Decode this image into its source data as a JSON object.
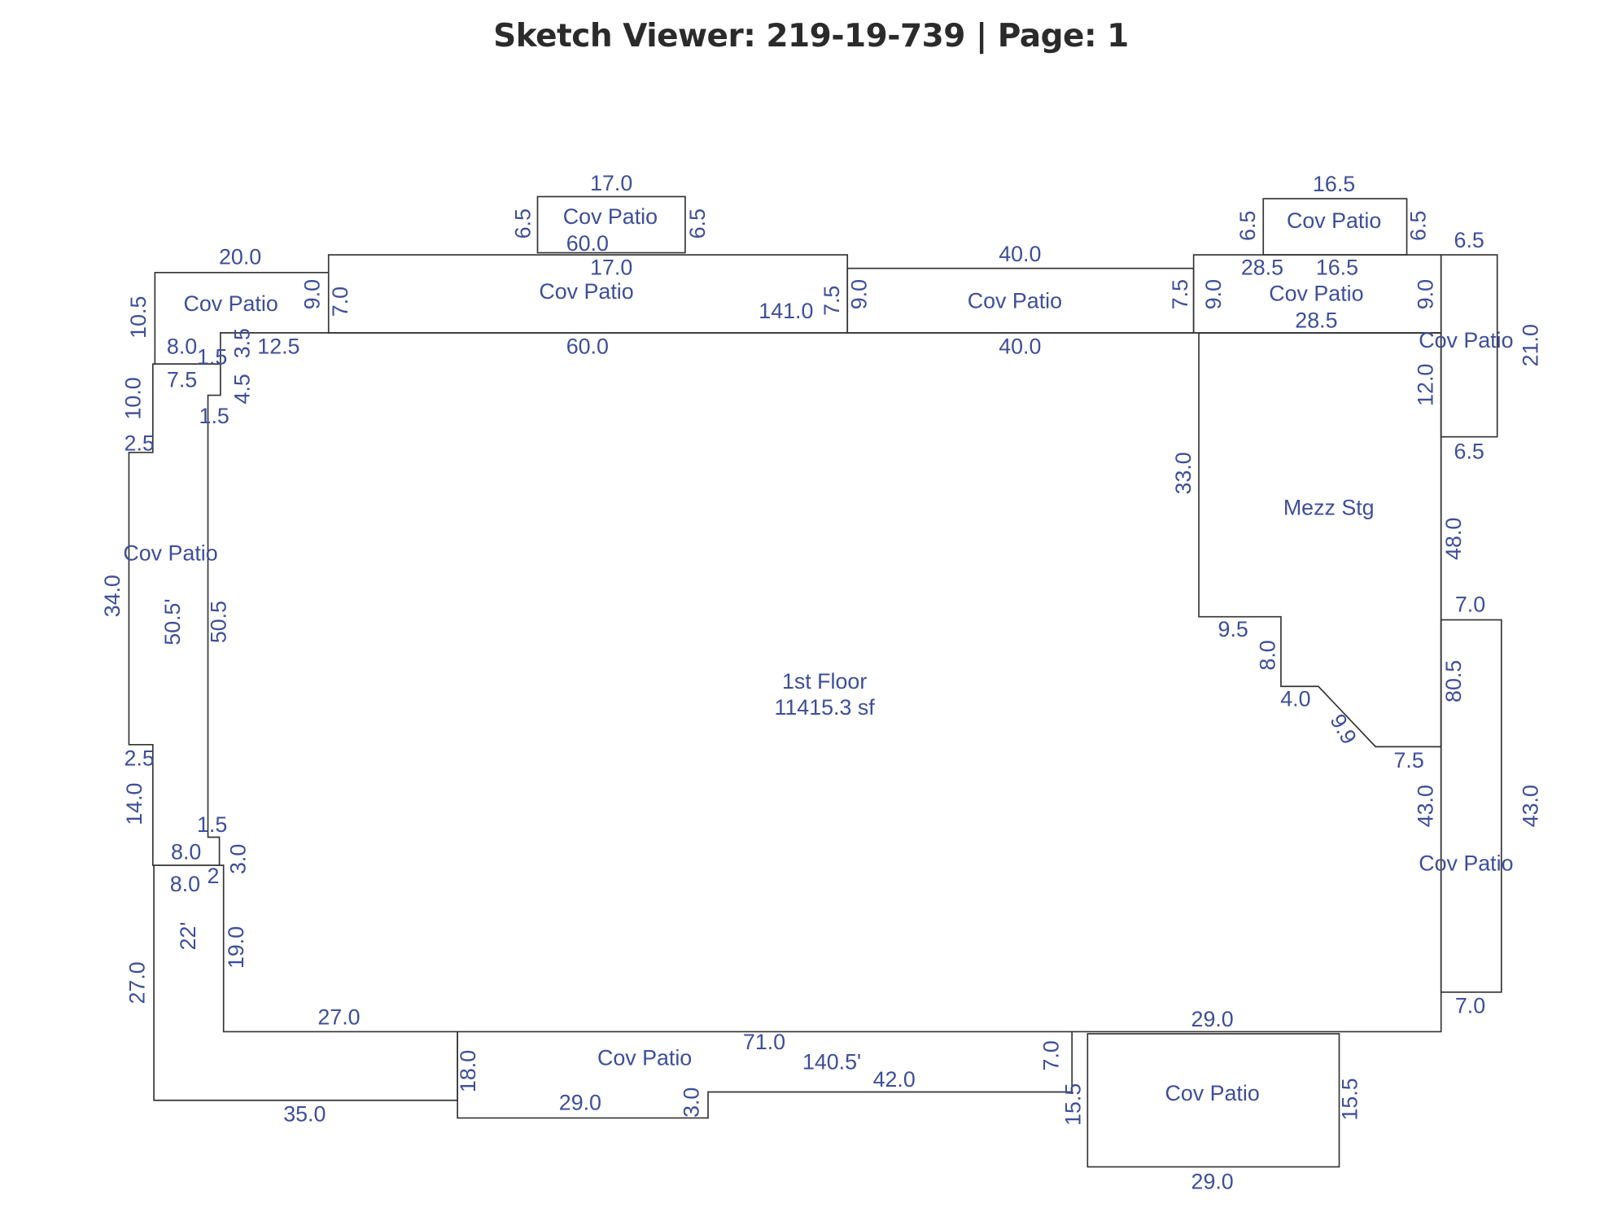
{
  "header": {
    "title": "Sketch Viewer: 219-19-739 | Page: 1"
  },
  "colors": {
    "label": "#3d4e9a",
    "line": "#333333",
    "title": "#2b2b2b"
  },
  "sketch": {
    "labels": [
      "17.0",
      "Cov Patio",
      "60.0",
      "6.5",
      "6.5",
      "20.0",
      "17.0",
      "Cov Patio",
      "Cov Patio",
      "10.5",
      "9.0",
      "7.0",
      "141.0",
      "7.5",
      "9.0",
      "40.0",
      "Cov Patio",
      "60.0",
      "40.0",
      "12.5",
      "8.0",
      "7.5",
      "1.5",
      "3.5",
      "4.5",
      "1.5",
      "10.0",
      "2.5",
      "Cov Patio",
      "34.0",
      "50.5'",
      "50.5",
      "2.5",
      "14.0",
      "1.5",
      "8.0",
      "3.0",
      "2",
      "8.0",
      "22'",
      "19.0",
      "27.0",
      "27.0",
      "18.0",
      "Cov Patio",
      "71.0",
      "140.5'",
      "42.0",
      "29.0",
      "3.0",
      "35.0",
      "7.0",
      "15.5",
      "Cov Patio",
      "15.5",
      "29.0",
      "29.0",
      "7.0",
      "1st Floor",
      "11415.3 sf",
      "16.5",
      "Cov Patio",
      "6.5",
      "6.5",
      "6.5",
      "28.5",
      "16.5",
      "Cov Patio",
      "9.0",
      "7.5",
      "9.0",
      "28.5",
      "Cov Patio",
      "21.0",
      "12.0",
      "6.5",
      "33.0",
      "Mezz Stg",
      "48.0",
      "7.0",
      "9.5",
      "8.0",
      "80.5",
      "4.0",
      "9.9",
      "7.5",
      "Cov Patio",
      "43.0",
      "43.0"
    ]
  }
}
